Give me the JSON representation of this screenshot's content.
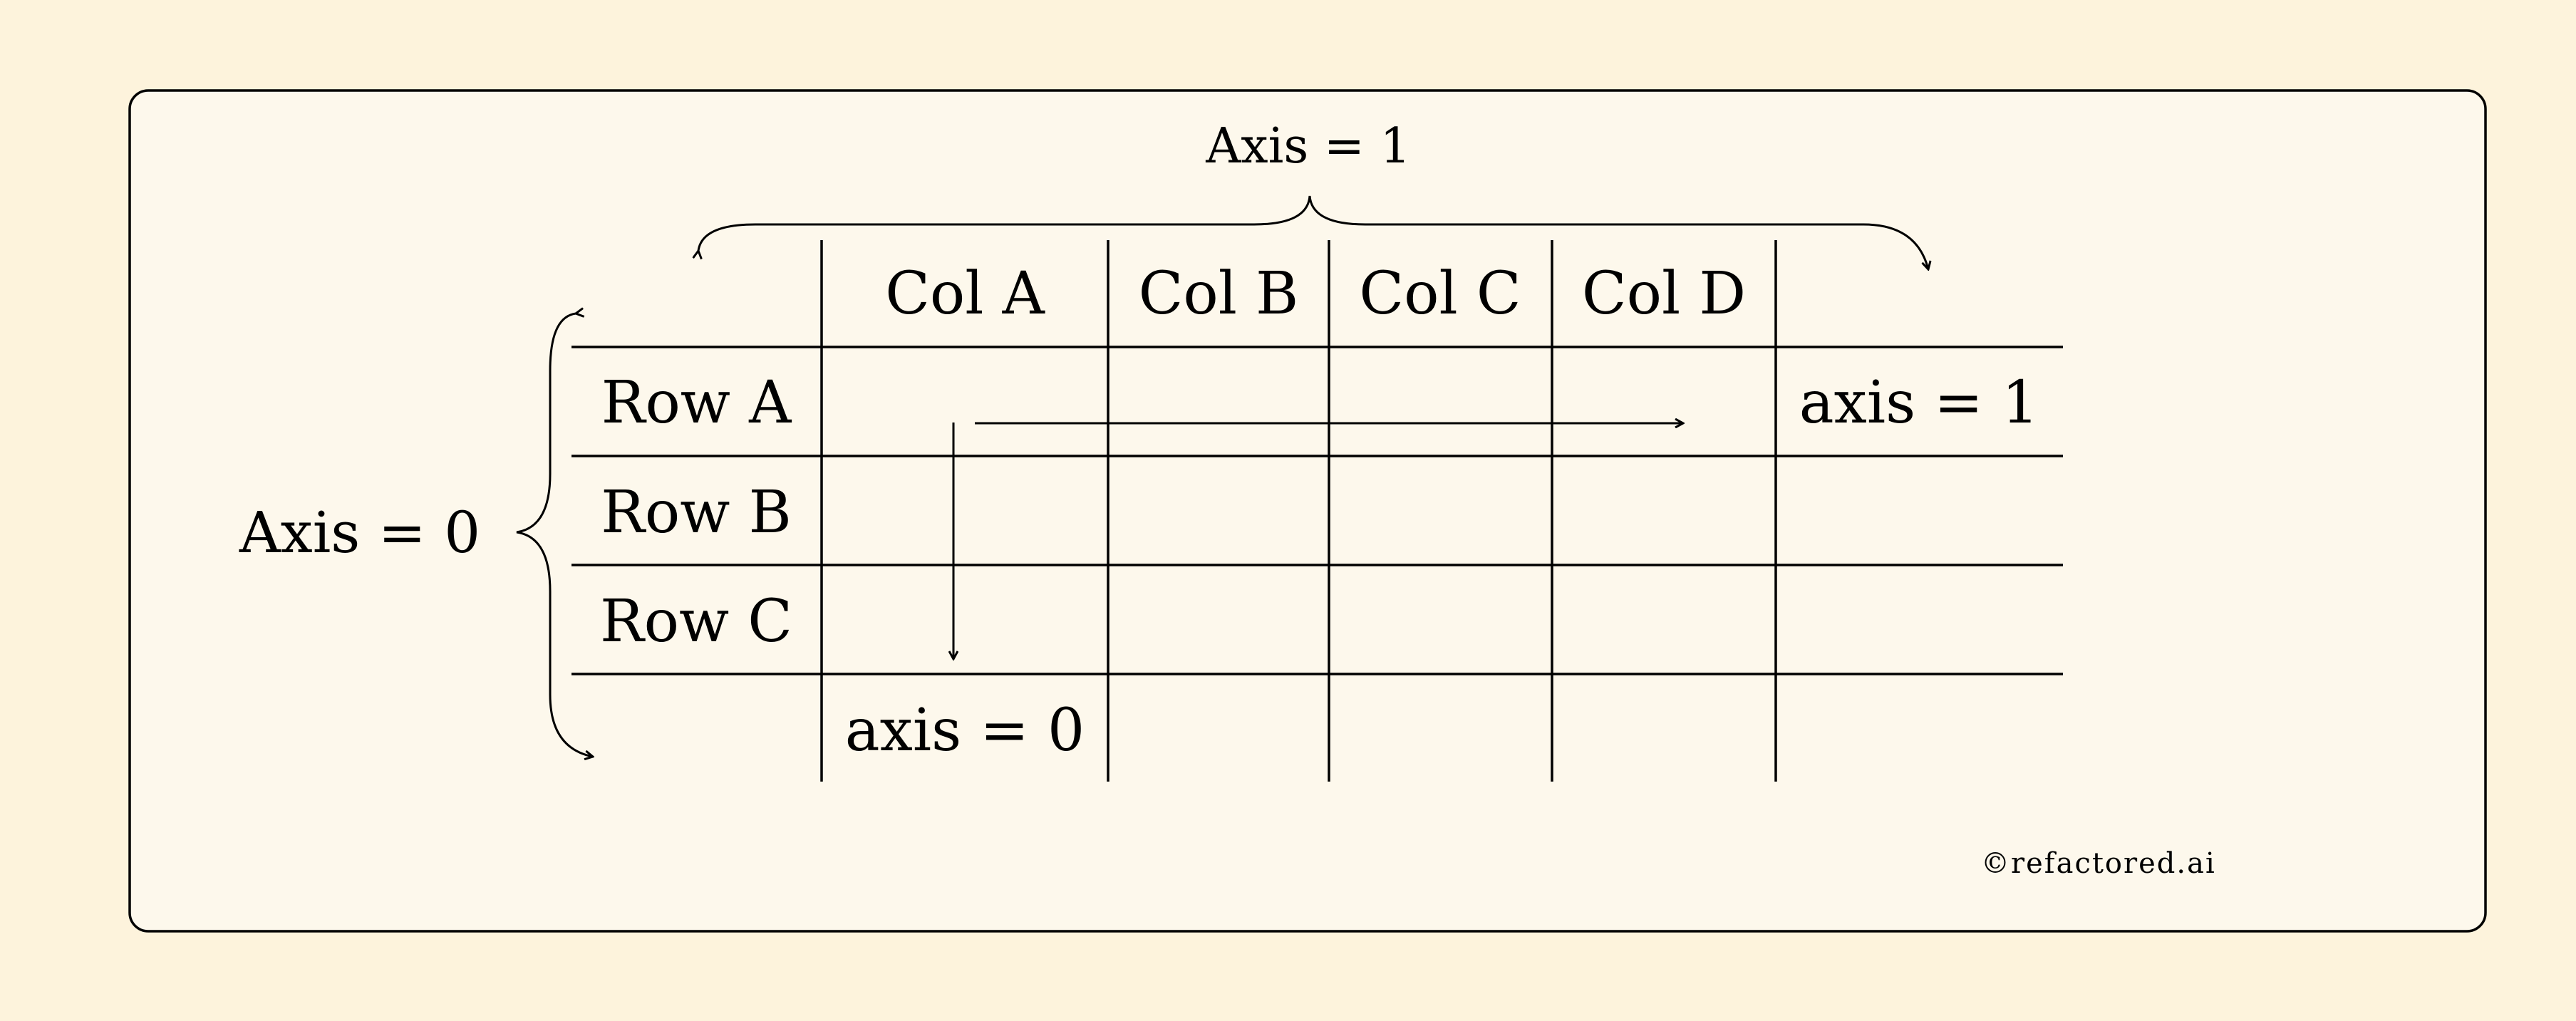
{
  "diagram": {
    "top_brace_label": "Axis = 1",
    "left_brace_label": "Axis = 0",
    "columns": [
      "Col A",
      "Col B",
      "Col C",
      "Col D"
    ],
    "rows": [
      "Row A",
      "Row B",
      "Row C"
    ],
    "row_result_label": "axis = 1",
    "column_result_label": "axis = 0",
    "copyright": "©refactored.ai"
  },
  "colors": {
    "background": "#fdf3dc",
    "card": "#fdf8ec",
    "ink": "#000000"
  }
}
